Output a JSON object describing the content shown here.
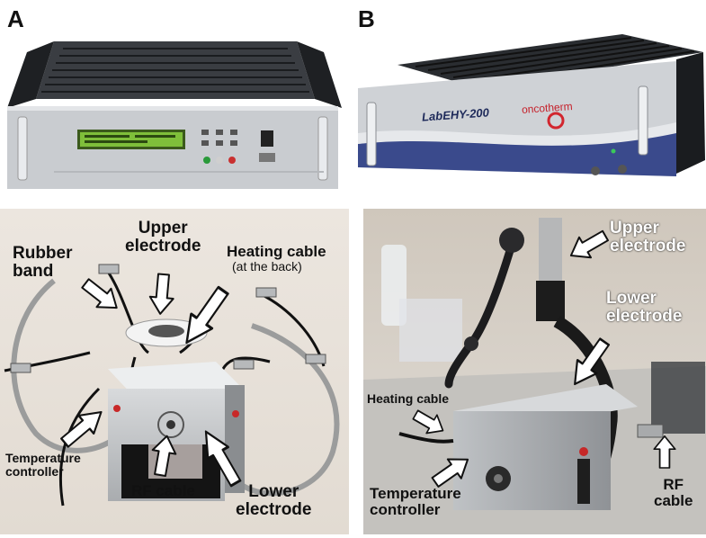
{
  "panels": {
    "a": {
      "letter": "A"
    },
    "b": {
      "letter": "B",
      "device_brand": "LabEHY-200",
      "device_logo": "oncotherm"
    }
  },
  "labels_left": {
    "rubber_band": [
      "Rubber",
      "band"
    ],
    "upper_electrode": [
      "Upper",
      "electrode"
    ],
    "heating_cable": "Heating cable",
    "heating_cable_note": "(at the back)",
    "temperature_controller": [
      "Temperature",
      "controller"
    ],
    "rf_cable": "RF cable",
    "lower_electrode": [
      "Lower",
      "electrode"
    ]
  },
  "labels_right": {
    "upper_electrode": [
      "Upper",
      "electrode"
    ],
    "lower_electrode": [
      "Lower",
      "electrode"
    ],
    "heating_cable": "Heating cable",
    "temperature_controller": [
      "Temperature",
      "controller"
    ],
    "rf_cable": [
      "RF",
      "cable"
    ]
  },
  "colors": {
    "background": "#ffffff",
    "rack_silver": "#c9ccd0",
    "rack_dark": "#2a2d31",
    "lcd_green": "#7fbf3a",
    "device_blue": "#3a4a8c",
    "label_text": "#111111",
    "arrow_fill": "#ffffff"
  }
}
